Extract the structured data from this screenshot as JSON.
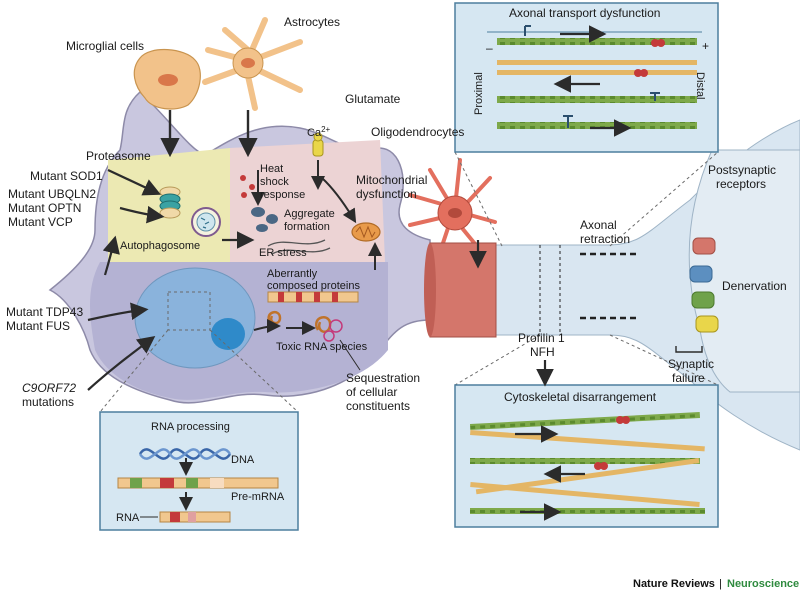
{
  "labels": {
    "microglial": "Microglial cells",
    "astrocytes": "Astrocytes",
    "glutamate": "Glutamate",
    "ca": "Ca",
    "ca_sup": "2+",
    "proteasome": "Proteasome",
    "mutant_sod1": "Mutant SOD1",
    "mutant_ubqln2": "Mutant UBQLN2",
    "mutant_optn": "Mutant OPTN",
    "mutant_vcp": "Mutant VCP",
    "heat_shock_1": "Heat",
    "heat_shock_2": "shock",
    "heat_shock_3": "response",
    "aggregate_1": "Aggregate",
    "aggregate_2": "formation",
    "er_stress": "ER stress",
    "autophagosome": "Autophagosome",
    "mito_1": "Mitochondrial",
    "mito_2": "dysfunction",
    "oligodendrocytes": "Oligodendrocytes",
    "aberrant_1": "Aberrantly",
    "aberrant_2": "composed proteins",
    "mutant_tdp43": "Mutant TDP43",
    "mutant_fus": "Mutant FUS",
    "toxic_rna": "Toxic RNA species",
    "c9orf72": "C9ORF72",
    "c9_mutations": "mutations",
    "sequestration_1": "Sequestration",
    "sequestration_2": "of cellular",
    "sequestration_3": "constituents",
    "rna_processing": "RNA processing",
    "dna": "DNA",
    "pre_mrna": "Pre-mRNA",
    "rna": "RNA",
    "axonal_transport": "Axonal transport dysfunction",
    "proximal": "Proximal",
    "distal": "Distal",
    "minus": "–",
    "plus": "+",
    "axonal_retraction_1": "Axonal",
    "axonal_retraction_2": "retraction",
    "postsynaptic_1": "Postsynaptic",
    "postsynaptic_2": "receptors",
    "denervation": "Denervation",
    "synaptic_1": "Synaptic",
    "synaptic_2": "failure",
    "profilin": "Profilin 1",
    "nfh": "NFH",
    "cytoskeletal": "Cytoskeletal disarrangement",
    "credit_journal": "Nature Reviews",
    "credit_sep": "|",
    "credit_field": "Neuroscience"
  },
  "colors": {
    "cell_body": "#c9c7df",
    "cell_outline": "#8d8aa8",
    "autophagy_panel": "#ece9b3",
    "er_panel": "#ecd3d4",
    "nucleus_panel": "#b4b2d3",
    "nucleus": "#8ab3dc",
    "nucleolus": "#2f8ac9",
    "box_fill": "#d6e7f2",
    "box_border": "#4d7f9e",
    "axon": "#d9e6f1",
    "myelin": "#d4766b",
    "microtubule": "#6e9a3a",
    "neurofilament": "#e4b665",
    "glia": "#f2c28a",
    "oligo": "#e36f5e",
    "credit_blue": "#2e8a3e"
  }
}
